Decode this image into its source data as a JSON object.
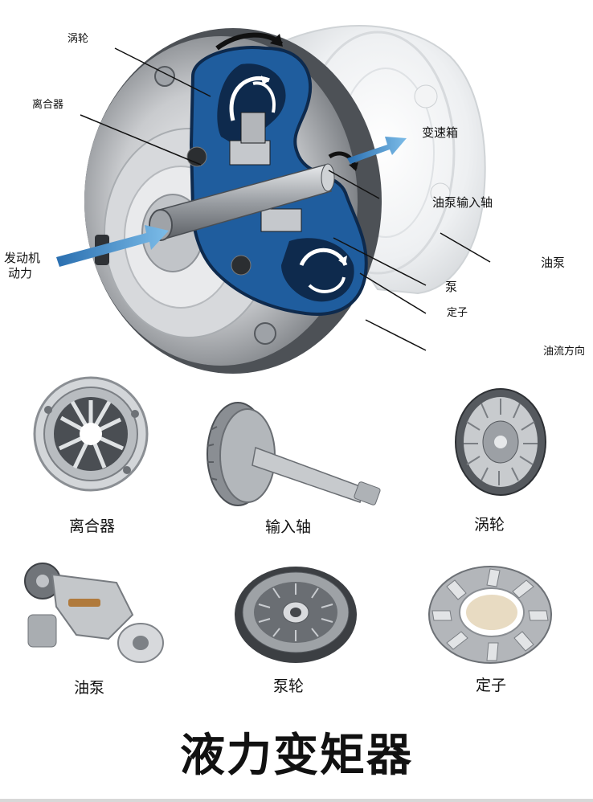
{
  "labels": {
    "turbine": "涡轮",
    "clutch": "离合器",
    "engine_power_line1": "发动机",
    "engine_power_line2": "动力",
    "gearbox": "变速箱",
    "pump_input_shaft": "油泵输入轴",
    "oil_pump": "油泵",
    "pump": "泵",
    "stator": "定子",
    "oil_flow_direction": "油流方向"
  },
  "parts": [
    {
      "key": "clutch",
      "caption": "离合器"
    },
    {
      "key": "input_shaft",
      "caption": "输入轴"
    },
    {
      "key": "turbine",
      "caption": "涡轮"
    },
    {
      "key": "oil_pump",
      "caption": "油泵"
    },
    {
      "key": "pump_wheel",
      "caption": "泵轮"
    },
    {
      "key": "stator",
      "caption": "定子"
    }
  ],
  "title": "液力变矩器",
  "colors": {
    "housing_blue": "#1f5d9e",
    "housing_dark": "#0e2a4d",
    "arrow_blue": "#4f9bd6",
    "metal": "#b9bcc0",
    "metal_dark": "#6d7176"
  }
}
